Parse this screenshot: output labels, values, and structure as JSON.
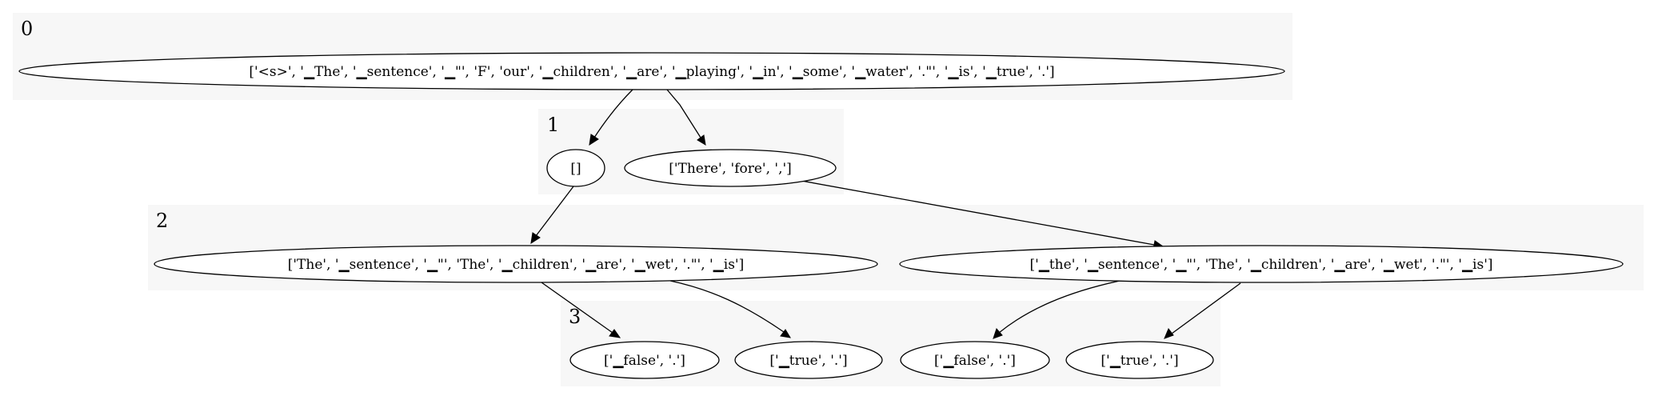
{
  "diagram": {
    "clusters": [
      {
        "id": "c0",
        "label": "0"
      },
      {
        "id": "c1",
        "label": "1"
      },
      {
        "id": "c2",
        "label": "2"
      },
      {
        "id": "c3",
        "label": "3"
      }
    ],
    "nodes": [
      {
        "id": "n0",
        "cluster": "c0",
        "label": "['<s>', '▁The', '▁sentence', '▁\"', 'F', 'our', '▁children', '▁are', '▁playing', '▁in', '▁some', '▁water', '.\"', '▁is', '▁true', '.']"
      },
      {
        "id": "n1",
        "cluster": "c1",
        "label": "[]"
      },
      {
        "id": "n2",
        "cluster": "c1",
        "label": "['There', 'fore', ',']"
      },
      {
        "id": "n3",
        "cluster": "c2",
        "label": "['The', '▁sentence', '▁\"', 'The', '▁children', '▁are', '▁wet', '.\"', '▁is']"
      },
      {
        "id": "n4",
        "cluster": "c2",
        "label": "['▁the', '▁sentence', '▁\"', 'The', '▁children', '▁are', '▁wet', '.\"', '▁is']"
      },
      {
        "id": "n5",
        "cluster": "c3",
        "label": "['▁false', '.']"
      },
      {
        "id": "n6",
        "cluster": "c3",
        "label": "['▁true', '.']"
      },
      {
        "id": "n7",
        "cluster": "c3",
        "label": "['▁false', '.']"
      },
      {
        "id": "n8",
        "cluster": "c3",
        "label": "['▁true', '.']"
      }
    ],
    "edges": [
      {
        "from": "n0",
        "to": "n1"
      },
      {
        "from": "n0",
        "to": "n2"
      },
      {
        "from": "n1",
        "to": "n3"
      },
      {
        "from": "n2",
        "to": "n4"
      },
      {
        "from": "n3",
        "to": "n5"
      },
      {
        "from": "n3",
        "to": "n6"
      },
      {
        "from": "n4",
        "to": "n7"
      },
      {
        "from": "n4",
        "to": "n8"
      }
    ]
  }
}
